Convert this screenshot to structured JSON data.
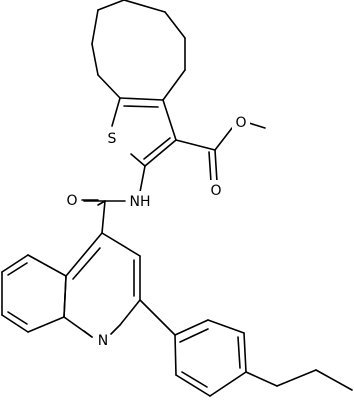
{
  "molecule": {
    "atoms": {
      "S": "S",
      "NH": "NH",
      "O_carbonyl_amide": "O",
      "O_carbonyl_ester": "O",
      "O_ester": "O",
      "N_quinoline": "N"
    }
  },
  "colors": {
    "bond": "#000000",
    "background": "#ffffff"
  }
}
